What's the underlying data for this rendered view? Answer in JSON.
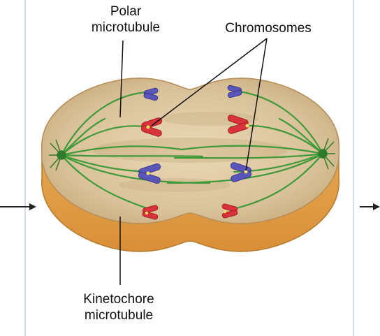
{
  "labels": {
    "polar_line1": "Polar",
    "polar_line2": "microtubule",
    "chromosomes": "Chromosomes",
    "kinetochore_line1": "Kinetochore",
    "kinetochore_line2": "microtubule"
  },
  "colors": {
    "cell_top": "#d9c29a",
    "cell_side": "#e8a955",
    "spindle": "#3f9a3a",
    "chromosome_red": "#d8333a",
    "chromosome_blue": "#5a55b8",
    "divider": "#d4dbe3",
    "arrow": "#222222"
  }
}
